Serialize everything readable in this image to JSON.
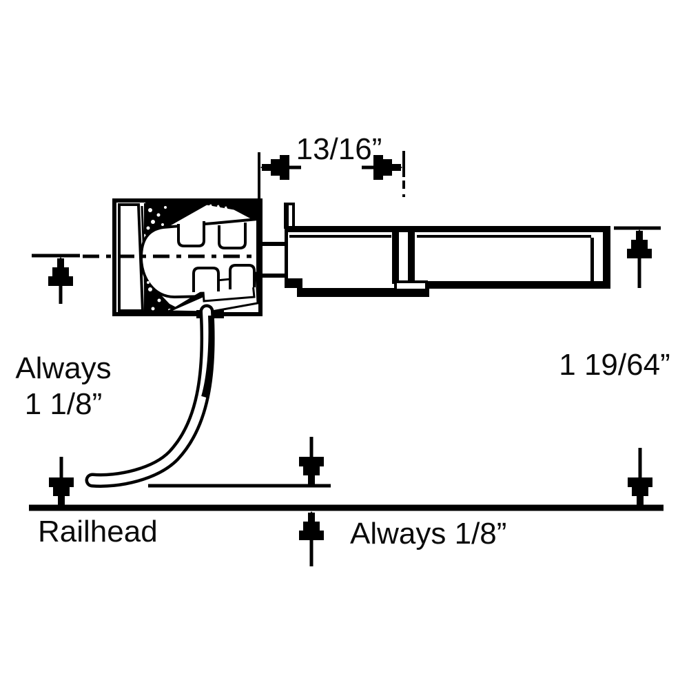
{
  "diagram": {
    "labels": {
      "top_dimension": "13/16”",
      "right_dimension": "1 19/64”",
      "left_dimension_line1": "Always",
      "left_dimension_line2": "1 1/8”",
      "railhead": "Railhead",
      "bottom_dimension": "Always 1/8”"
    },
    "colors": {
      "ink": "#000000",
      "background": "#ffffff"
    }
  }
}
